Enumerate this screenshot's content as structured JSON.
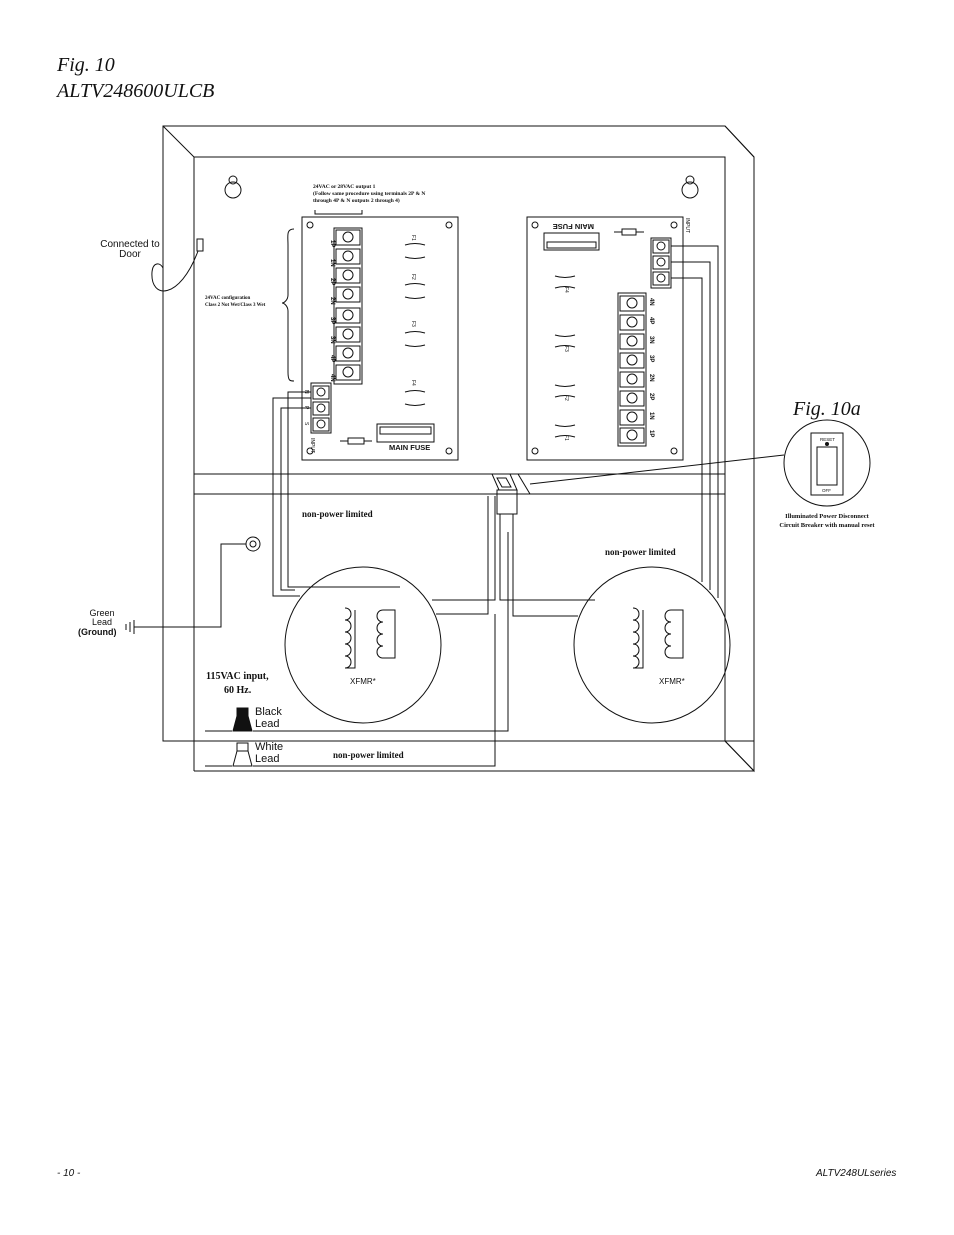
{
  "header": {
    "fig_label": "Fig. 10",
    "model": "ALTV248600ULCB",
    "fig_sub_label": "Fig. 10a"
  },
  "left_labels": {
    "connected_to_door": "Connected to Door",
    "green_lead": "Green Lead",
    "ground": "(Ground)",
    "input_115": "115VAC input,",
    "input_hz": "60 Hz.",
    "black_lead": "Black Lead",
    "white_lead": "White Lead"
  },
  "left_board": {
    "output_note_1": "24VAC or 28VAC output 1",
    "output_note_2": "(Follow same procedure using terminals 2P & N",
    "output_note_3": "through 4P & N outputs 2 through 4)",
    "config_note_1": "24VAC configuration",
    "config_note_2": "Class 2 Not Wet/Class 3 Wet",
    "terminals": [
      "1P",
      "1N",
      "2P",
      "2N",
      "3P",
      "3N",
      "4P",
      "4N"
    ],
    "fuses": [
      "F1",
      "F2",
      "F3",
      "F4"
    ],
    "input_terminals": [
      "N",
      "P",
      "S"
    ],
    "input_label": "INPUT",
    "main_fuse": "MAIN FUSE"
  },
  "right_board": {
    "main_fuse": "MAIN FUSE",
    "input_label": "INPUT",
    "terminals": [
      "4N",
      "4P",
      "3N",
      "3P",
      "2N",
      "2P",
      "1N",
      "1P"
    ],
    "fuses": [
      "F4",
      "F3",
      "F2",
      "F1"
    ]
  },
  "notes": {
    "npl_top": "non-power limited",
    "npl_right": "non-power limited",
    "npl_bottom": "non-power limited",
    "xfmr_left": "XFMR*",
    "xfmr_right": "XFMR*"
  },
  "breaker": {
    "reset": "RESET",
    "off": "OFF",
    "caption_1": "Illuminated Power Disconnect",
    "caption_2": "Circuit Breaker with manual reset"
  },
  "footer": {
    "page": "- 10 -",
    "series": "ALTV248ULseries"
  }
}
